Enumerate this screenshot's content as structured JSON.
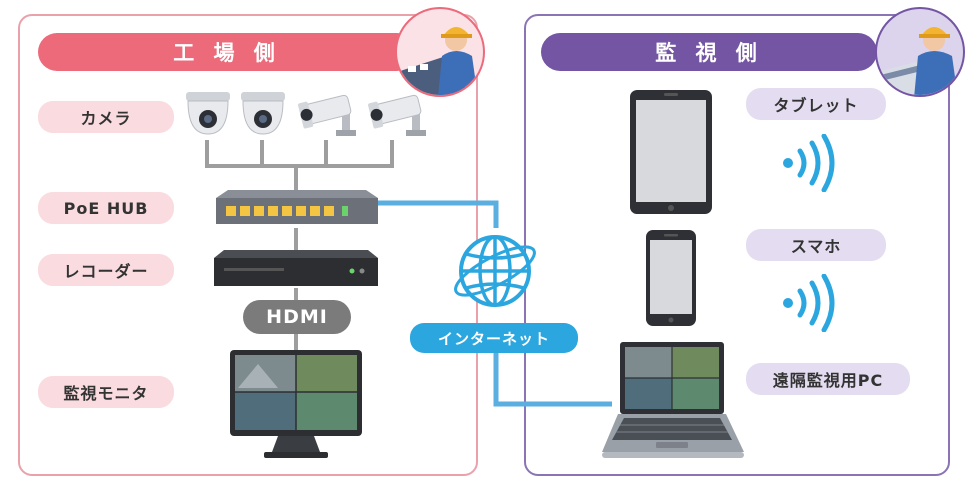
{
  "factory": {
    "title": "工 場 側",
    "labels": {
      "camera": "カメラ",
      "poe_hub": "PoE HUB",
      "recorder": "レコーダー",
      "monitor": "監視モニタ"
    },
    "cable": "HDMI"
  },
  "monitoring": {
    "title": "監 視 側",
    "labels": {
      "tablet": "タブレット",
      "smartphone": "スマホ",
      "remote_pc": "遠隔監視用PC"
    }
  },
  "network": {
    "label": "インターネット"
  },
  "colors": {
    "factory_accent": "#ec6a7a",
    "factory_border": "#e9a2ab",
    "factory_pill": "#f9dbe0",
    "monitoring_accent": "#7355a4",
    "monitoring_border": "#8a74b4",
    "monitoring_pill": "#e4dcf0",
    "internet_line": "#5aaee0",
    "internet_label": "#2ba6df",
    "wifi": "#2ba6df",
    "cable_gray": "#9e9e9e"
  },
  "icons": [
    "dome-camera-icon",
    "bullet-camera-icon",
    "network-switch-icon",
    "recorder-icon",
    "monitor-icon",
    "globe-icon",
    "tablet-icon",
    "smartphone-icon",
    "laptop-icon",
    "wifi-signal-icon",
    "worker-avatar-icon"
  ]
}
